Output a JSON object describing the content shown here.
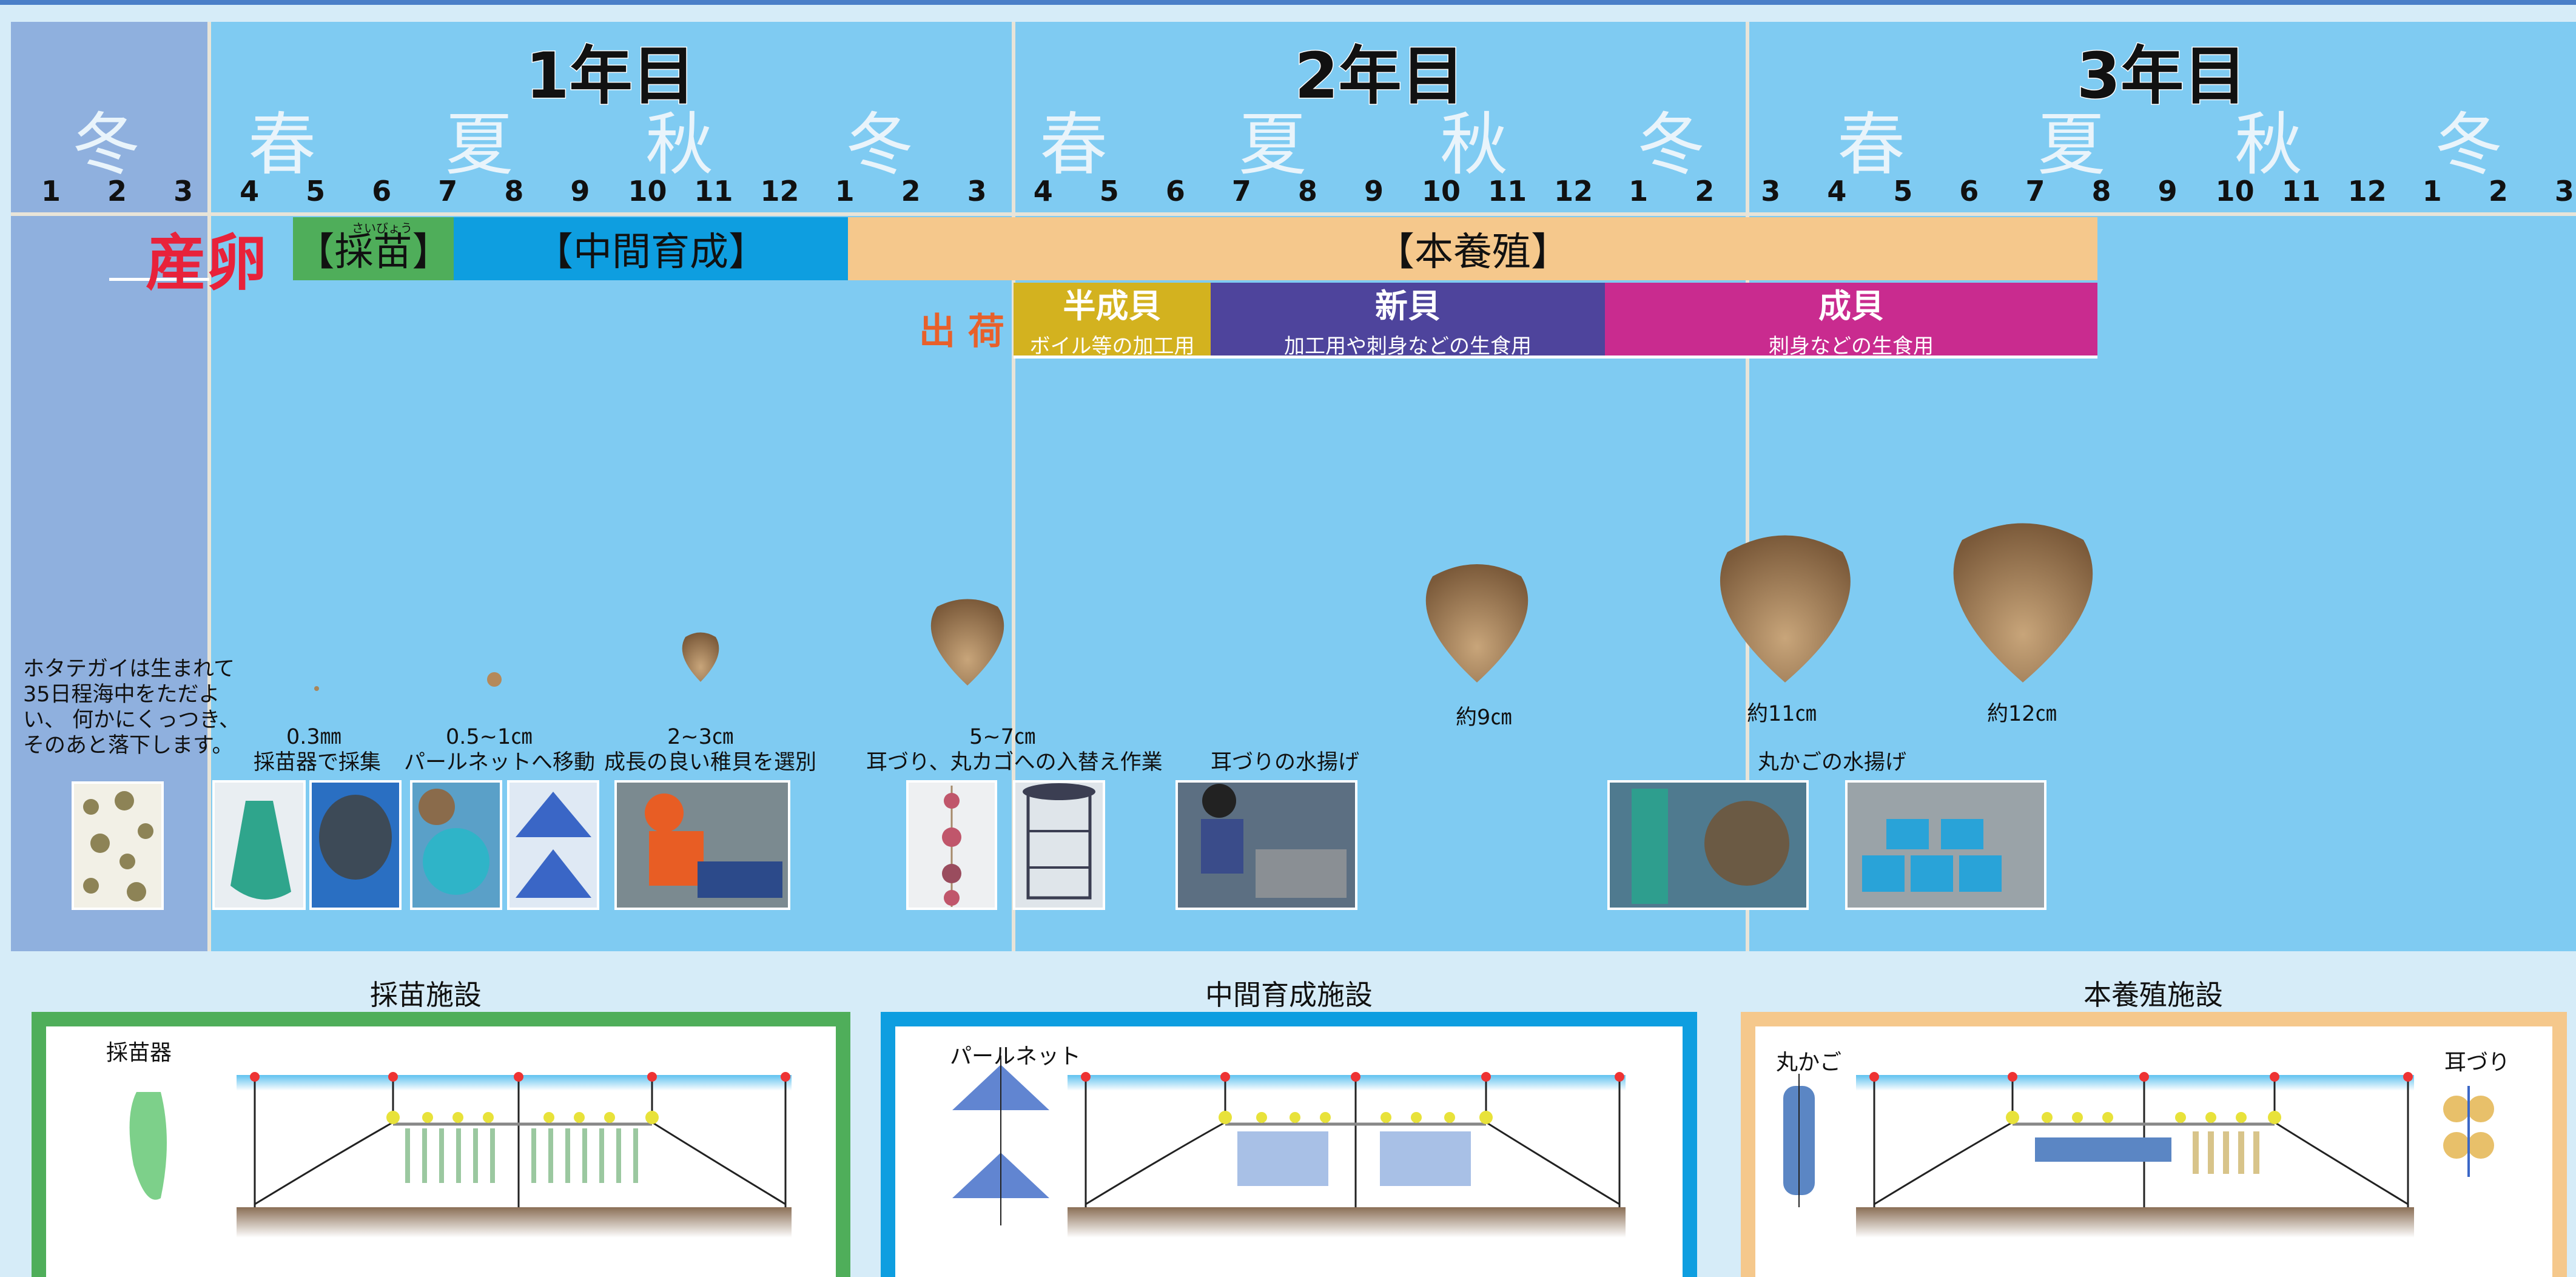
{
  "header": {
    "years": [
      "1年目",
      "2年目",
      "3年目"
    ],
    "seasons": [
      "冬",
      "春",
      "夏",
      "秋",
      "冬",
      "春",
      "夏",
      "秋",
      "冬",
      "春",
      "夏",
      "秋",
      "冬"
    ],
    "months": [
      "1",
      "2",
      "3",
      "4",
      "5",
      "6",
      "7",
      "8",
      "9",
      "10",
      "11",
      "12",
      "1",
      "2",
      "3",
      "4",
      "5",
      "6",
      "7",
      "8",
      "9",
      "10",
      "11",
      "12",
      "1",
      "2",
      "3",
      "4",
      "5",
      "6",
      "7",
      "8",
      "9",
      "10",
      "11",
      "12",
      "1",
      "2",
      "3"
    ]
  },
  "stages": {
    "spawning": "産卵",
    "saimyo": "【採苗】",
    "saimyo_ruby": "さいびょう",
    "chukan": "【中間育成】",
    "hon": "【本養殖】"
  },
  "shipping": {
    "label": "出 荷",
    "items": [
      {
        "title": "半成貝",
        "sub": "ボイル等の加工用",
        "color": "#d3b21f"
      },
      {
        "title": "新貝",
        "sub": "加工用や刺身などの生食用",
        "color": "#4e449c"
      },
      {
        "title": "成貝",
        "sub": "刺身などの生食用",
        "color": "#c92b8f"
      }
    ]
  },
  "note": "ホタテガイは生まれて 35日程海中をただよい、 何かにくっつき、 そのあと落下します。",
  "sizes": [
    "0.3㎜",
    "0.5~1㎝",
    "2~3㎝",
    "5~7㎝",
    "約9㎝",
    "約11㎝",
    "約12㎝"
  ],
  "activities": [
    "採苗器で採集",
    "パールネットへ移動",
    "成長の良い稚貝を選別",
    "耳づり、丸カゴへの入替え作業",
    "耳づりの水揚げ",
    "丸かごの水揚げ"
  ],
  "facilities": {
    "saimyo": {
      "title": "採苗施設",
      "label": "採苗器",
      "color": "#4fae5a"
    },
    "chukan": {
      "title": "中間育成施設",
      "label": "パールネット",
      "color": "#0e9ee0"
    },
    "hon": {
      "title": "本養殖施設",
      "label_left": "丸かご",
      "label_right": "耳づり",
      "color": "#f5c88c"
    }
  }
}
